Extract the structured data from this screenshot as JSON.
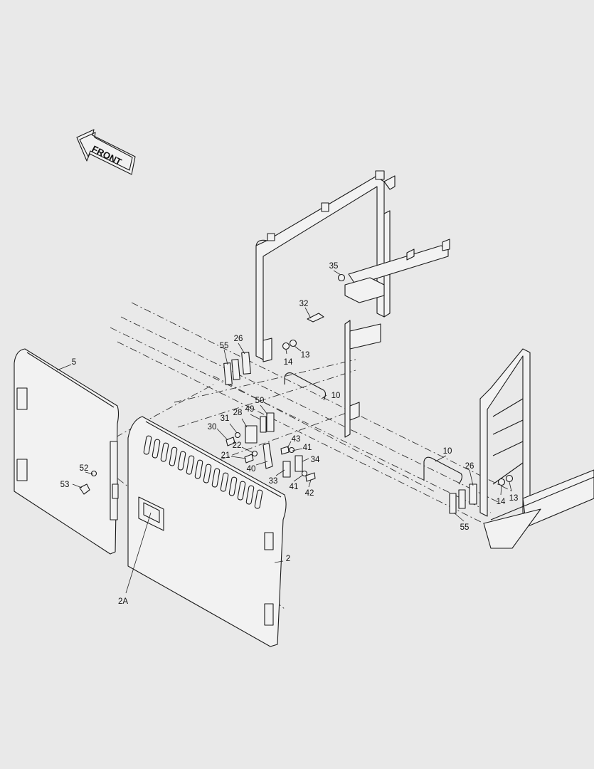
{
  "direction_marker": {
    "label": "FRONT"
  },
  "callouts": [
    {
      "id": "c-5",
      "text": "5"
    },
    {
      "id": "c-2",
      "text": "2"
    },
    {
      "id": "c-2a",
      "text": "2A"
    },
    {
      "id": "c-52",
      "text": "52"
    },
    {
      "id": "c-53",
      "text": "53"
    },
    {
      "id": "c-55a",
      "text": "55"
    },
    {
      "id": "c-26a",
      "text": "26"
    },
    {
      "id": "c-14a",
      "text": "14"
    },
    {
      "id": "c-13a",
      "text": "13"
    },
    {
      "id": "c-35",
      "text": "35"
    },
    {
      "id": "c-32",
      "text": "32"
    },
    {
      "id": "c-10a",
      "text": "10"
    },
    {
      "id": "c-50",
      "text": "50"
    },
    {
      "id": "c-49",
      "text": "49"
    },
    {
      "id": "c-28",
      "text": "28"
    },
    {
      "id": "c-31",
      "text": "31"
    },
    {
      "id": "c-30",
      "text": "30"
    },
    {
      "id": "c-22",
      "text": "22"
    },
    {
      "id": "c-21",
      "text": "21"
    },
    {
      "id": "c-40",
      "text": "40"
    },
    {
      "id": "c-43",
      "text": "43"
    },
    {
      "id": "c-41a",
      "text": "41"
    },
    {
      "id": "c-34",
      "text": "34"
    },
    {
      "id": "c-33",
      "text": "33"
    },
    {
      "id": "c-41b",
      "text": "41"
    },
    {
      "id": "c-42",
      "text": "42"
    },
    {
      "id": "c-10b",
      "text": "10"
    },
    {
      "id": "c-26b",
      "text": "26"
    },
    {
      "id": "c-14b",
      "text": "14"
    },
    {
      "id": "c-13b",
      "text": "13"
    },
    {
      "id": "c-55b",
      "text": "55"
    }
  ]
}
